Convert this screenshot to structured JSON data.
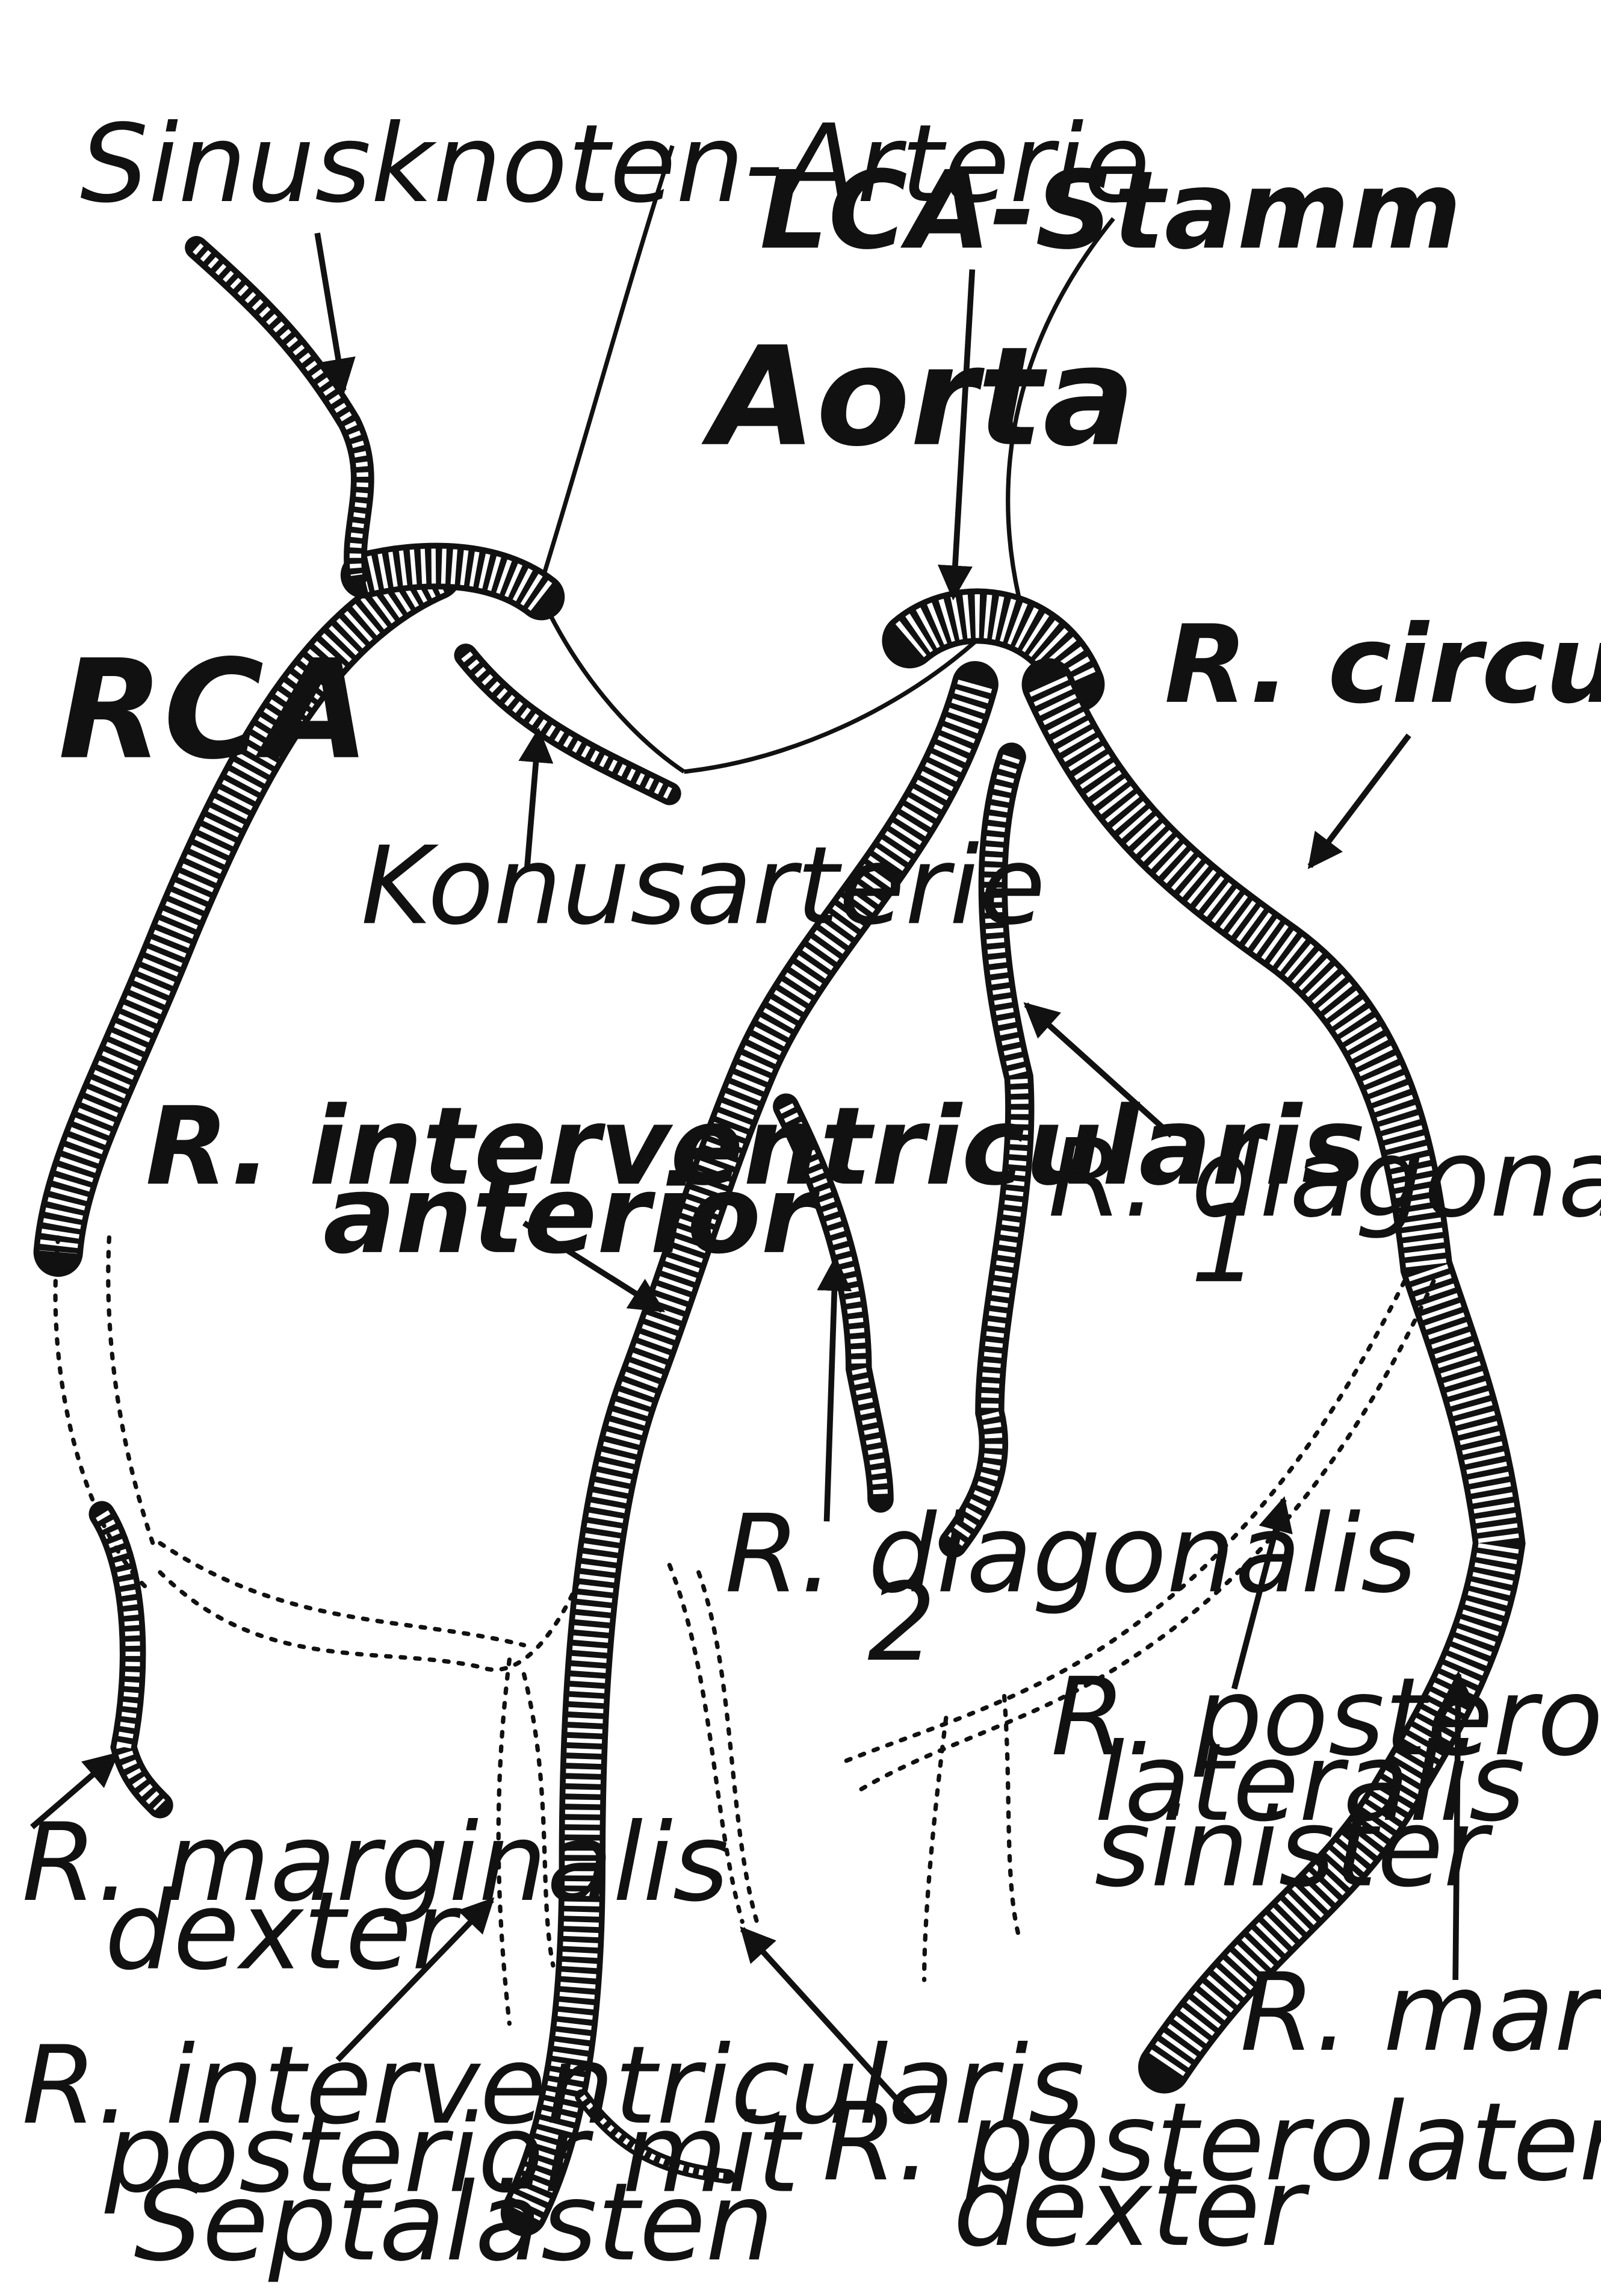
{
  "labels": {
    "sinusknoten": "Sinusknoten-Arterie",
    "lca_stamm": "LCA-Stamm",
    "aorta": "Aorta",
    "rca": "RCA",
    "r_circumflexus": "R. circumflexus",
    "konusarterie": "Konusarterie",
    "riva_line1": "R. interventricularis",
    "riva_line2": "anterior",
    "diag1_line1": "R. diagonalis",
    "diag1_line2": "1",
    "diag2_line1": "R. diagonalis",
    "diag2_line2": "2",
    "rpls_line1": "R. postero-",
    "rpls_line2": "lateralis",
    "rpls_line3": "sinister",
    "rmd_line1": "R. marginalis",
    "rmd_line2": "dexter",
    "rivp_line1": "R. interventricularis",
    "rivp_line2": "posterior mit",
    "rivp_line3": "Septalästen",
    "rpld_line1": "R. posterolaterlis",
    "rpld_line2": "dexter",
    "rmarg": "R. marginalis"
  },
  "colors": {
    "ink": "#111111",
    "paper": "#ffffff"
  }
}
